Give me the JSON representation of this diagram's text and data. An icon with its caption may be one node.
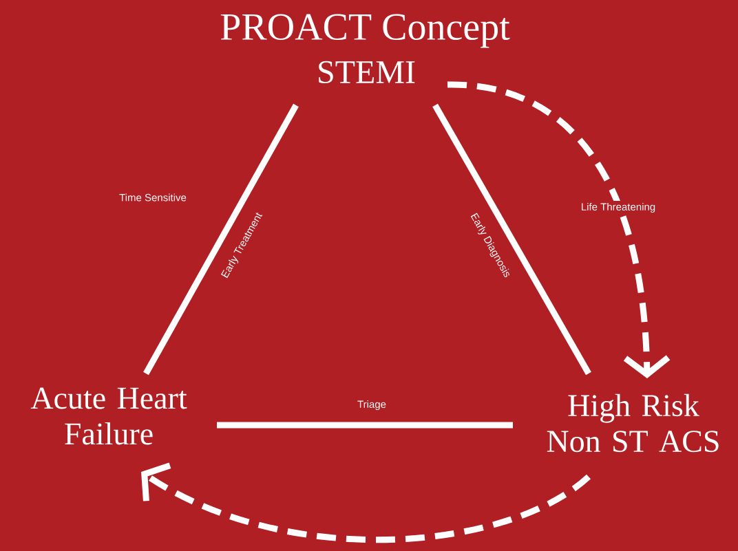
{
  "diagram": {
    "title": "PROACT Concept",
    "nodes": [
      {
        "text": [
          "STEMI"
        ]
      },
      {
        "text": [
          "Acute Heart Failure"
        ]
      },
      {
        "text": [
          "High Risk Non ST ACS"
        ]
      }
    ],
    "edges": [
      {
        "from": 0,
        "to": 1,
        "arrow": "none",
        "label": "Early Treatment"
      },
      {
        "from": 0,
        "to": 2,
        "arrow": "none",
        "label": "Early Diagnosis"
      },
      {
        "from": 1,
        "to": 2,
        "arrow": "none",
        "label": "Triage"
      },
      {
        "from": 0,
        "to": 2,
        "arrow": "to",
        "style": "dashed",
        "label": "Life Threatening"
      },
      {
        "from": 2,
        "to": 1,
        "arrow": "to",
        "style": "dashed"
      }
    ],
    "labels": [
      "Time Sensitive"
    ]
  }
}
